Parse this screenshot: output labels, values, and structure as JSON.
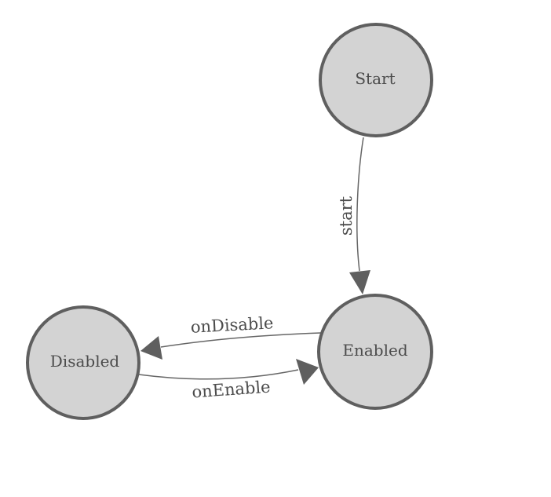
{
  "colors": {
    "background": "#ffffff",
    "node_fill": "#d3d3d3",
    "node_border": "#5f5f5f",
    "edge": "#666666",
    "arrow": "#5f5f5f",
    "text": "#4c4c4c"
  },
  "diagram": {
    "type": "state-machine",
    "nodes": {
      "start": {
        "label": "Start"
      },
      "enabled": {
        "label": "Enabled"
      },
      "disabled": {
        "label": "Disabled"
      }
    },
    "edges": {
      "start_to_enabled": {
        "from": "Start",
        "to": "Enabled",
        "label": "start"
      },
      "enabled_to_disabled": {
        "from": "Enabled",
        "to": "Disabled",
        "label": "onDisable"
      },
      "disabled_to_enabled": {
        "from": "Disabled",
        "to": "Enabled",
        "label": "onEnable"
      }
    }
  }
}
